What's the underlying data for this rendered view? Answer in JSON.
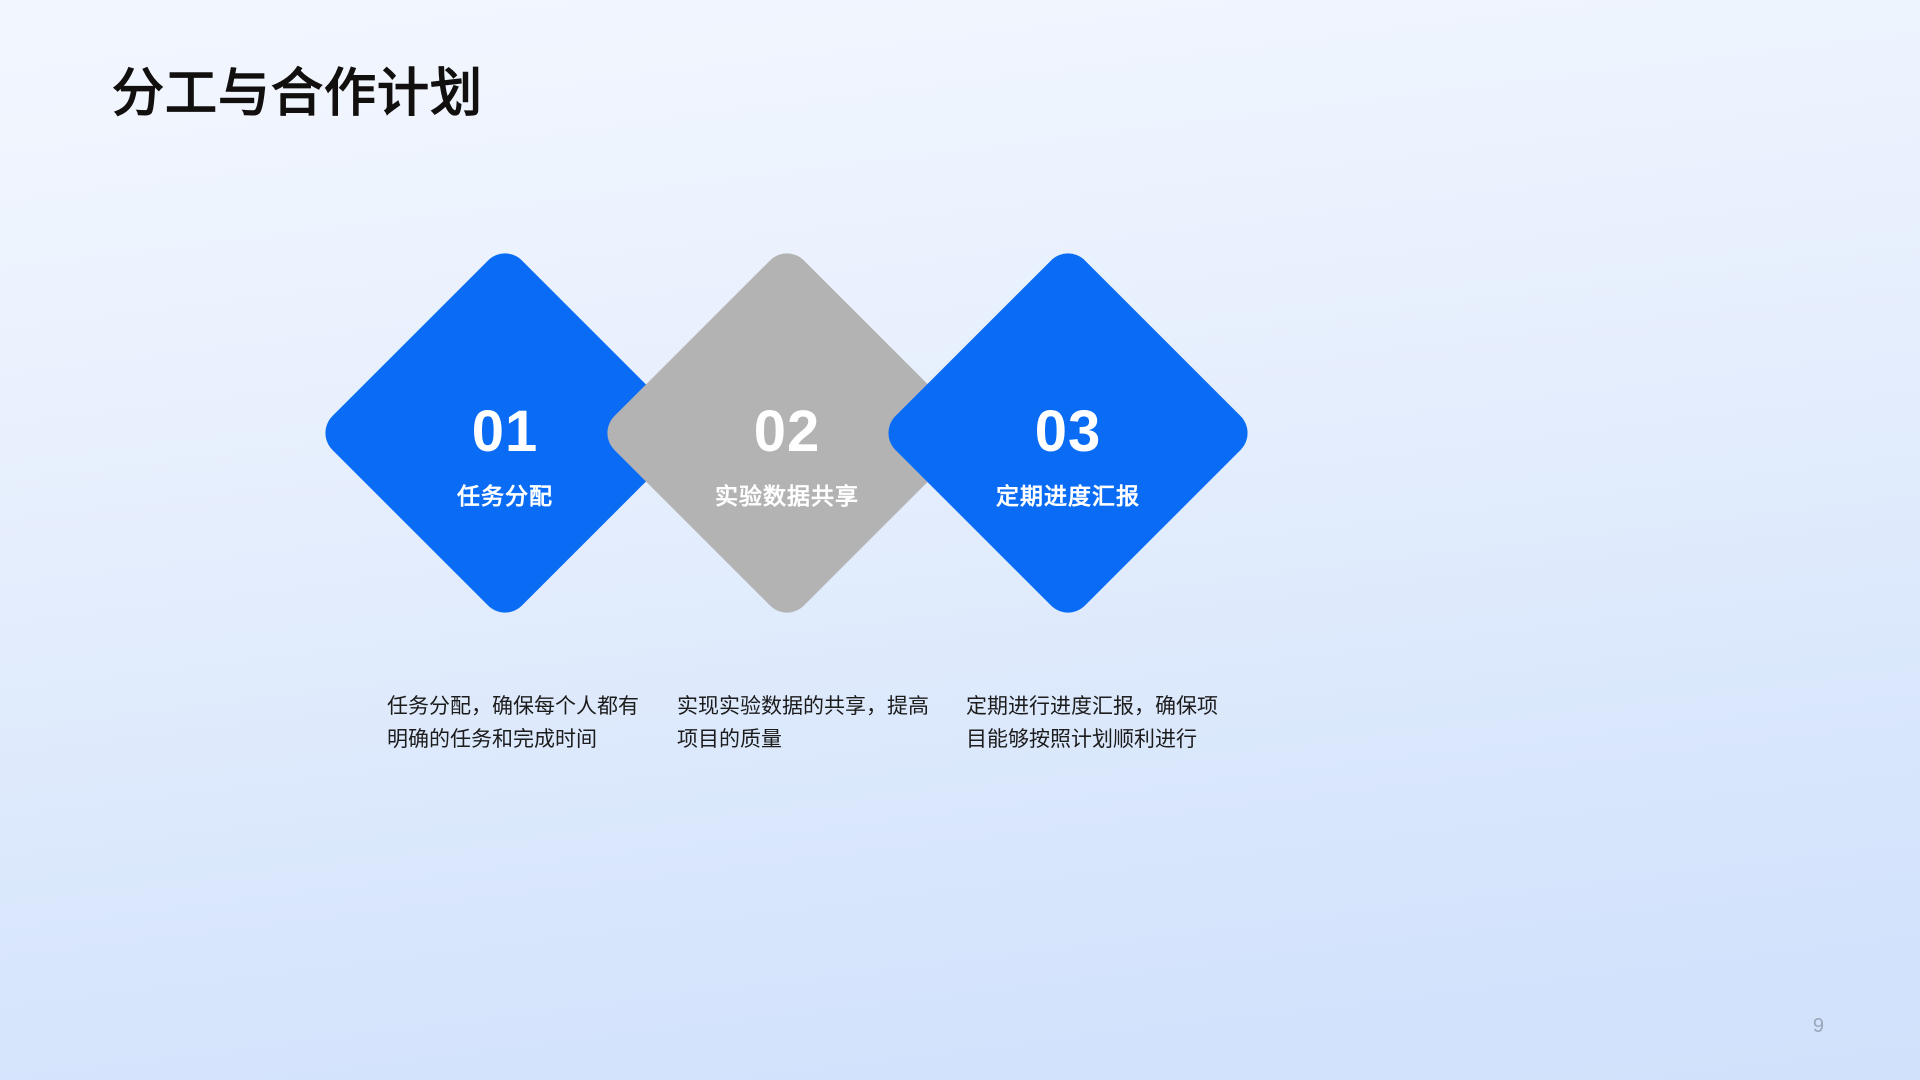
{
  "slide": {
    "title": "分工与合作计划",
    "page_number": "9",
    "background_top_color": "#f2f6ff",
    "background_bottom_color": "#d1e1fb",
    "title_color": "#12100e",
    "page_number_color": "#9aa6b8"
  },
  "diamonds": [
    {
      "number": "01",
      "name": "任务分配",
      "caption": "任务分配，确保每个人都有明确的任务和完成时间",
      "color": "#0a6cf5",
      "label_color": "#ffffff"
    },
    {
      "number": "02",
      "name": "实验数据共享",
      "caption": "实现实验数据的共享，提高项目的质量",
      "color": "#b3b3b3",
      "label_color": "#ffffff"
    },
    {
      "number": "03",
      "name": "定期进度汇报",
      "caption": "定期进行进度汇报，确保项目能够按照计划顺利进行",
      "color": "#0a6cf5",
      "label_color": "#ffffff"
    }
  ]
}
